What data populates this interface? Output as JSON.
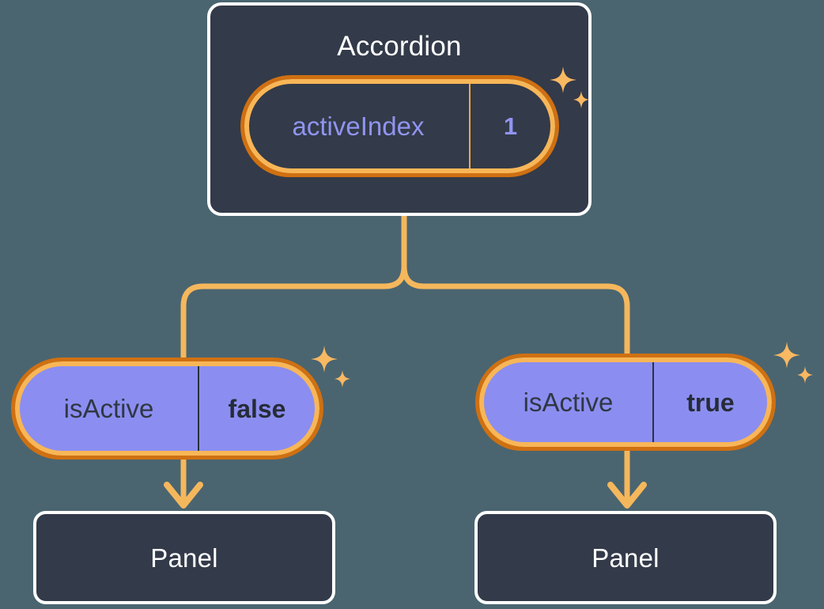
{
  "diagram": {
    "type": "component-tree",
    "background_color": "#4a6570",
    "accent_color": "#f5b75c",
    "accent_shadow_color": "#cf7012",
    "node_fill_color": "#333a49",
    "prop_fill_color": "#8b8ef0",
    "prop_text_color": "#9094f0"
  },
  "root": {
    "title": "Accordion",
    "prop": {
      "name": "activeIndex",
      "value": "1"
    },
    "sparkle_name": "sparkle-icon"
  },
  "branches": [
    {
      "prop": {
        "name": "isActive",
        "value": "false"
      },
      "child": {
        "title": "Panel"
      },
      "arrow_name": "arrow-down-icon",
      "sparkle_name": "sparkle-icon"
    },
    {
      "prop": {
        "name": "isActive",
        "value": "true"
      },
      "child": {
        "title": "Panel"
      },
      "arrow_name": "arrow-down-icon",
      "sparkle_name": "sparkle-icon"
    }
  ],
  "connectors": {
    "trunk_name": "tree-connector",
    "left_branch_name": "branch-connector-left",
    "right_branch_name": "branch-connector-right"
  }
}
